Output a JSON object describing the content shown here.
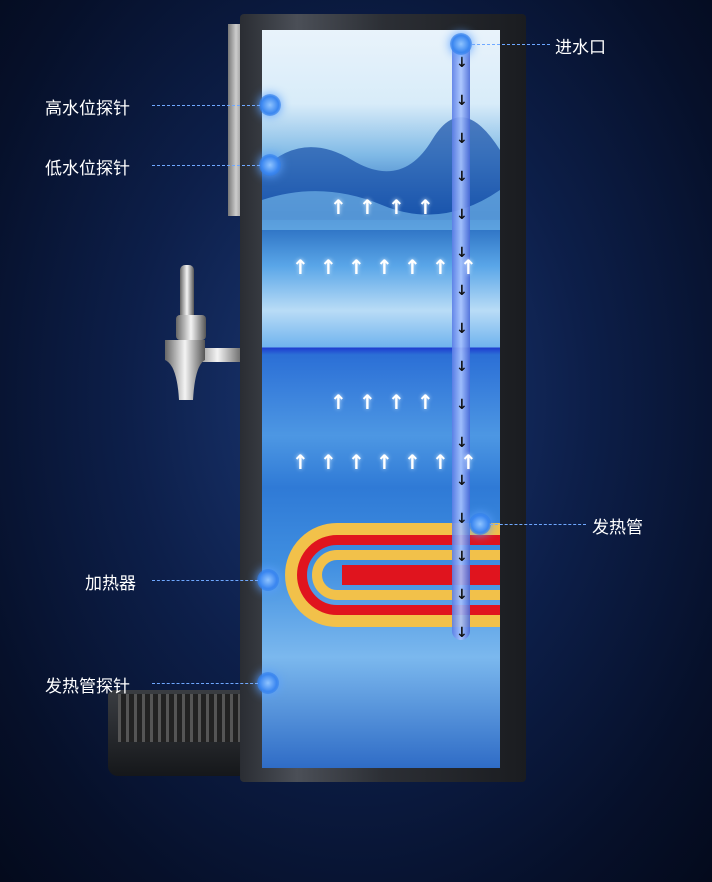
{
  "labels": {
    "inlet": "进水口",
    "high_probe": "高水位探针",
    "low_probe": "低水位探针",
    "heating_tube": "发热管",
    "heater": "加热器",
    "tube_probe": "发热管探针"
  },
  "colors": {
    "accent": "#3a86f0",
    "heat_red": "#e0141e",
    "heat_gold": "#f2c14a"
  }
}
